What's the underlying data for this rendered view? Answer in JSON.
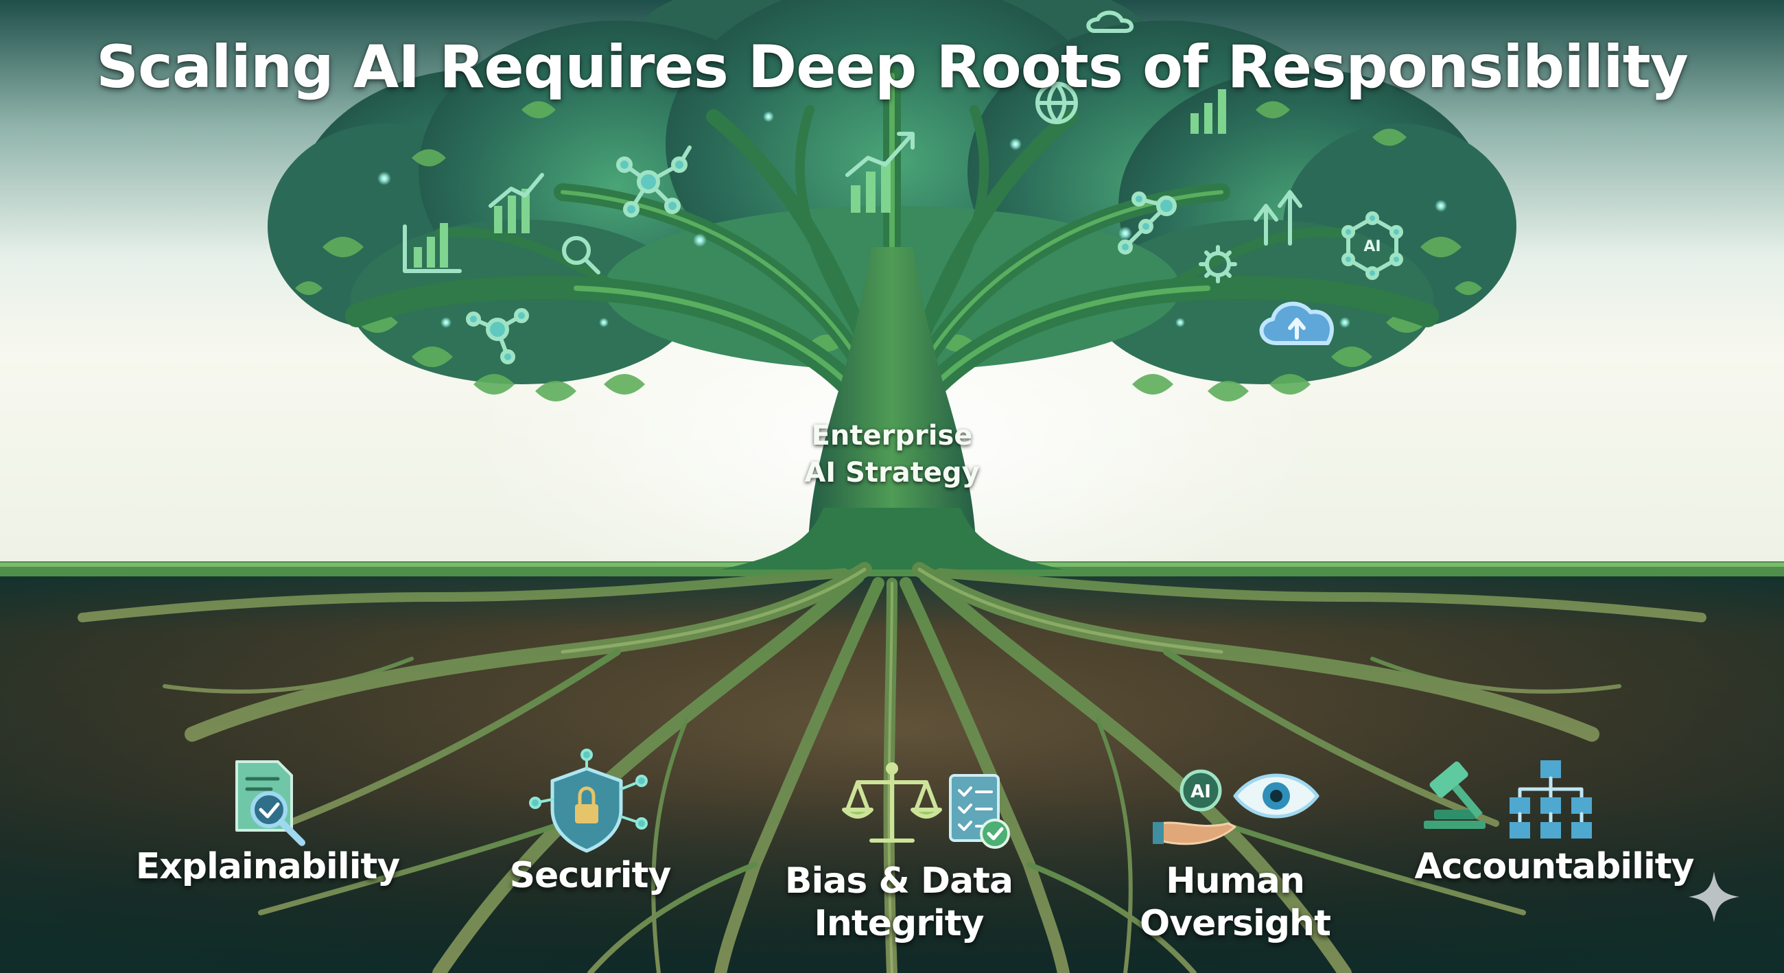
{
  "title": "Scaling AI Requires Deep Roots of Responsibility",
  "trunk": {
    "line1": "Enterprise",
    "line2": "AI Strategy"
  },
  "canopy_icons": [
    "bar-chart-icon",
    "growth-chart-icon",
    "network-icon",
    "magnifier-icon",
    "globe-icon",
    "upload-cloud-icon",
    "ai-chip-icon",
    "gear-icon",
    "up-arrows-icon"
  ],
  "pillars": [
    {
      "lines": [
        "Explainability"
      ],
      "icons": [
        "document-magnifier-icon"
      ]
    },
    {
      "lines": [
        "Security"
      ],
      "icons": [
        "shield-lock-icon"
      ]
    },
    {
      "lines": [
        "Bias & Data",
        "Integrity"
      ],
      "icons": [
        "scales-icon",
        "checklist-icon"
      ]
    },
    {
      "lines": [
        "Human",
        "Oversight"
      ],
      "icons": [
        "ai-hand-icon",
        "eye-icon"
      ]
    },
    {
      "lines": [
        "Accountability"
      ],
      "icons": [
        "gavel-icon",
        "org-chart-icon"
      ]
    }
  ],
  "colors": {
    "canopy": "#2f6f58",
    "leaf": "#5fae5c",
    "trunk": "#3f8a4c",
    "soil": "#6b5a3c",
    "glow": "#8fe6d6",
    "text": "#ffffff"
  },
  "watermark": "sparkle-icon"
}
